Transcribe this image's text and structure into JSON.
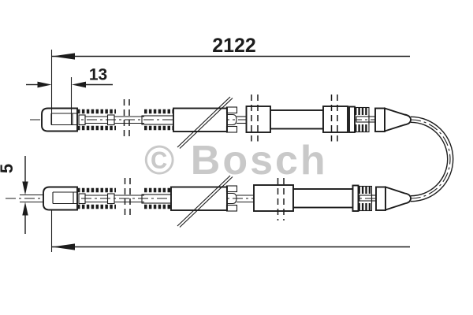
{
  "diagram": {
    "watermark": "© Bosch",
    "dimensions": {
      "total_length": "2122",
      "end_offset": "13",
      "rod_diameter": "5"
    },
    "colors": {
      "line": "#1c1c1c",
      "watermark": "#c9c9c9",
      "background": "#ffffff"
    }
  }
}
